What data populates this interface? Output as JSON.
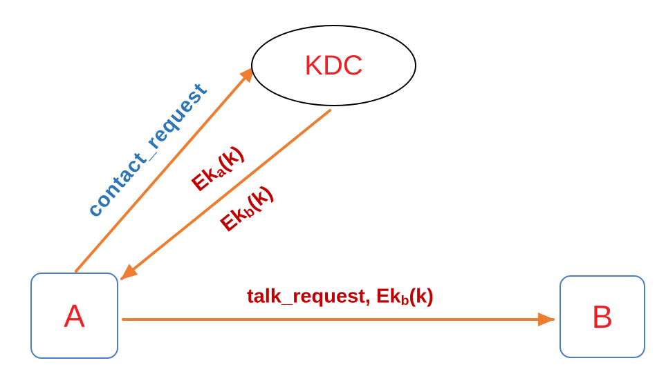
{
  "colors": {
    "arrow": "#ED7D31",
    "node_label": "#ed2024",
    "message_text": "#C00000",
    "contact_text": "#2E75B6",
    "box_border": "#4d7ebf",
    "ellipse_border": "#000000"
  },
  "nodes": {
    "kdc": {
      "label": "KDC"
    },
    "a": {
      "label": "A"
    },
    "b": {
      "label": "B"
    }
  },
  "messages": {
    "contact_request": {
      "text": "contact_request"
    },
    "eka": {
      "prefix": "Ek",
      "sub": "a",
      "suffix": "(k)"
    },
    "ekb": {
      "prefix": "Ek",
      "sub": "b",
      "suffix": "(k)"
    },
    "talk_request": {
      "prefix": "talk_request, Ek",
      "sub": "b",
      "suffix": "(k)"
    }
  }
}
